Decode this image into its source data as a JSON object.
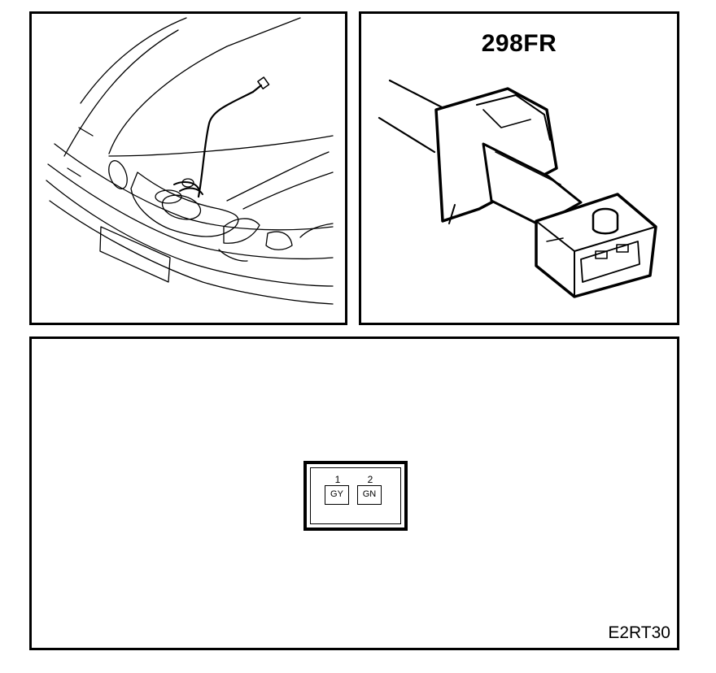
{
  "connector": {
    "code": "298FR"
  },
  "pinout": {
    "pins": [
      {
        "number": "1",
        "color": "GY"
      },
      {
        "number": "2",
        "color": "GN"
      }
    ]
  },
  "figure_ref": "E2RT30",
  "icons": {
    "car": "car-front-location-illustration",
    "connector": "two-pin-connector-illustration"
  }
}
